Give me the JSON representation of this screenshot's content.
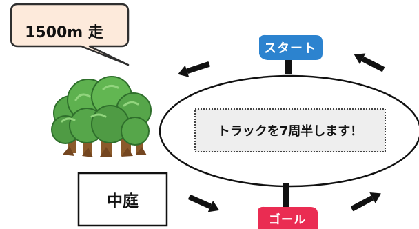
{
  "speech_bubble": {
    "text": "1500m 走"
  },
  "start_sign": {
    "label": "スタート",
    "color": "#2c83cf"
  },
  "goal_sign": {
    "label": "ゴール",
    "color": "#ea2c52"
  },
  "track": {
    "instruction": "トラックを7周半します！"
  },
  "courtyard": {
    "label": "中庭"
  },
  "colors": {
    "bubble_fill": "#fdeadb",
    "track_text_fill": "#eeeeee",
    "tree_green": "#56a64a",
    "tree_trunk": "#8b5a2b",
    "arrow": "#111111"
  },
  "icons": [
    "tree-icon",
    "arrow-icon"
  ]
}
